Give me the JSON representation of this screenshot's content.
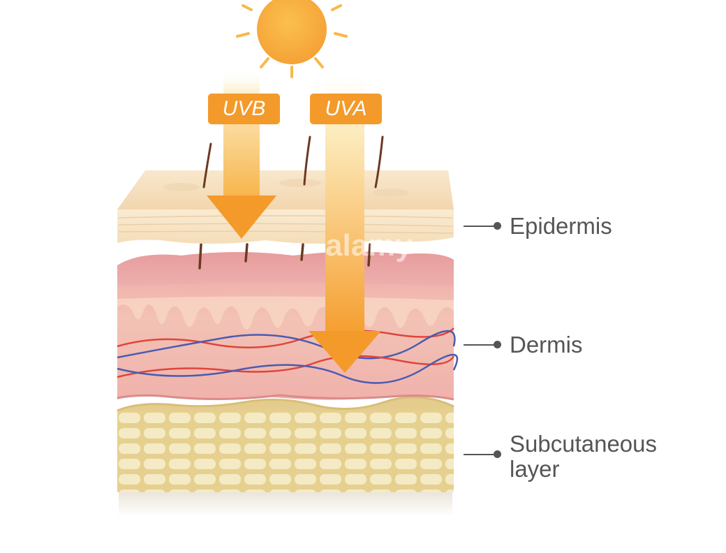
{
  "rays": {
    "uvb": {
      "label": "UVB"
    },
    "uva": {
      "label": "UVA"
    }
  },
  "layers": {
    "epidermis": {
      "label": "Epidermis"
    },
    "dermis": {
      "label": "Dermis"
    },
    "subcutaneous": {
      "label_line1": "Subcutaneous",
      "label_line2": "layer"
    }
  },
  "colors": {
    "sun": "#F7A83A",
    "arrow": "#F39A2B",
    "label_text": "#555555",
    "epidermis": "#F7E3C5",
    "dermis": "#EFA8A8",
    "subcutaneous": "#EAD8A0",
    "artery": "#E0443A",
    "vein": "#4A5BB0"
  },
  "watermark": "alamy"
}
